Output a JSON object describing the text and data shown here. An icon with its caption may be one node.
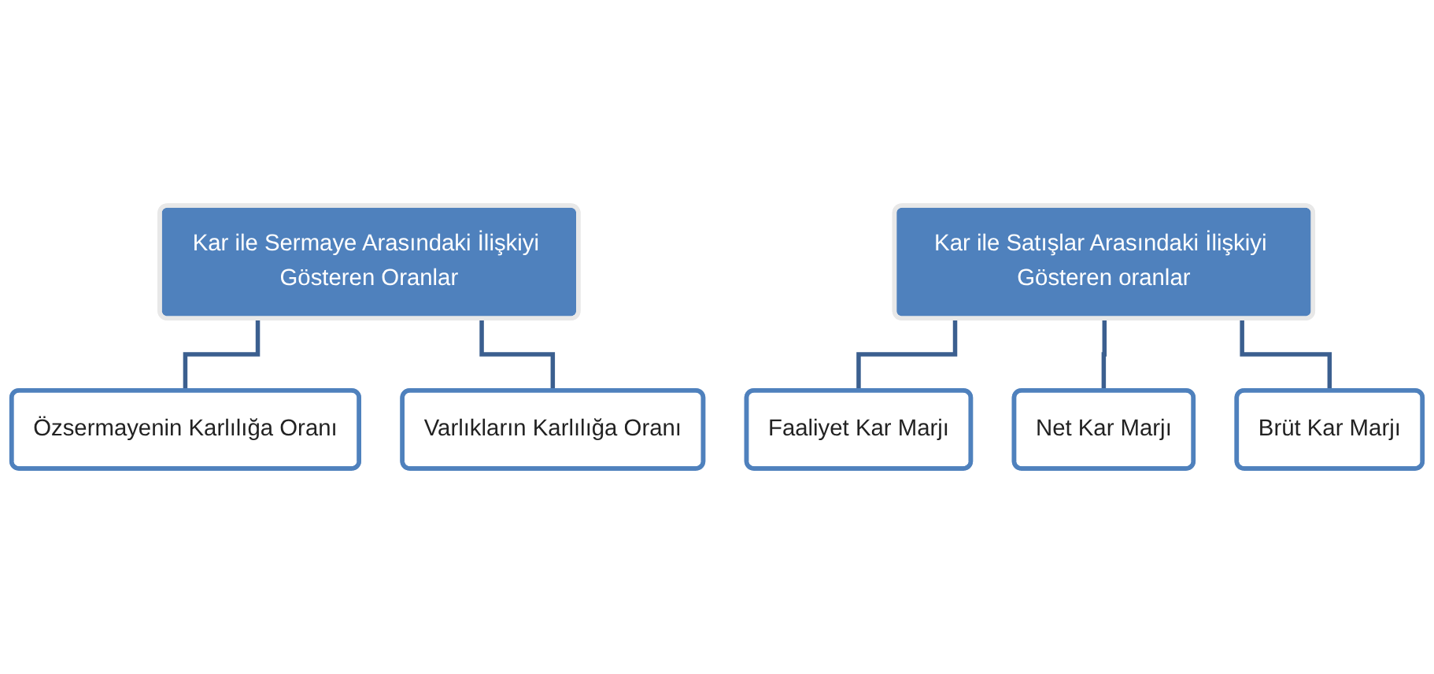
{
  "diagram": {
    "nodes": [
      {
        "text": [
          "Kar ile Sermaye Arasındaki İlişkiyi Gösteren Oranlar"
        ]
      },
      {
        "text": [
          "Özsermayenin Karlılığa Oranı"
        ]
      },
      {
        "text": [
          "Varlıkların Karlılığa Oranı"
        ]
      },
      {
        "text": [
          "Kar ile Satışlar Arasındaki İlişkiyi Gösteren oranlar"
        ]
      },
      {
        "text": [
          "Faaliyet Kar Marjı"
        ]
      },
      {
        "text": [
          "Net Kar Marjı"
        ]
      },
      {
        "text": [
          "Brüt Kar Marjı"
        ]
      }
    ],
    "edges": [
      {
        "from": 0,
        "to": 1,
        "arrow": "none"
      },
      {
        "from": 0,
        "to": 2,
        "arrow": "none"
      },
      {
        "from": 3,
        "to": 4,
        "arrow": "none"
      },
      {
        "from": 3,
        "to": 5,
        "arrow": "none"
      },
      {
        "from": 3,
        "to": 6,
        "arrow": "none"
      }
    ]
  }
}
